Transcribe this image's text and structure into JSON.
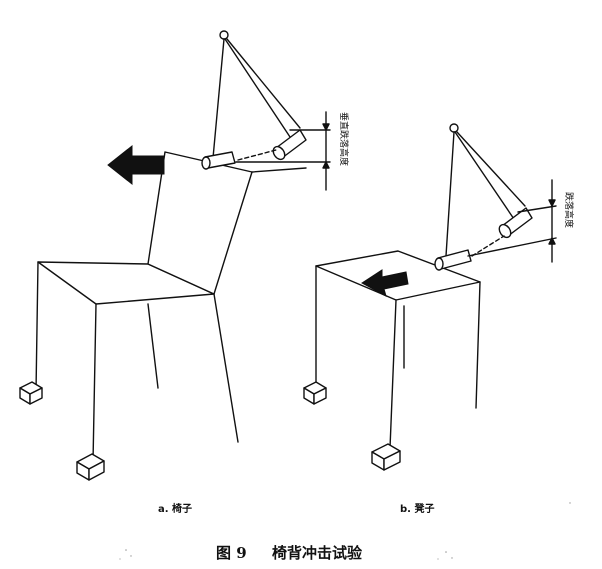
{
  "diagram": {
    "caption": {
      "number": "图 9",
      "title": "椅背冲击试验"
    },
    "panel_a": {
      "label": "a. 椅子",
      "dimension_label": "垂直跌落高度"
    },
    "panel_b": {
      "label": "b. 凳子",
      "dimension_label": "跌落高度"
    },
    "icons": [
      "impact-arrow-icon",
      "pendulum-pivot-icon",
      "impact-cylinder-icon"
    ],
    "colors": {
      "ink": "#111111",
      "background": "#ffffff"
    }
  }
}
